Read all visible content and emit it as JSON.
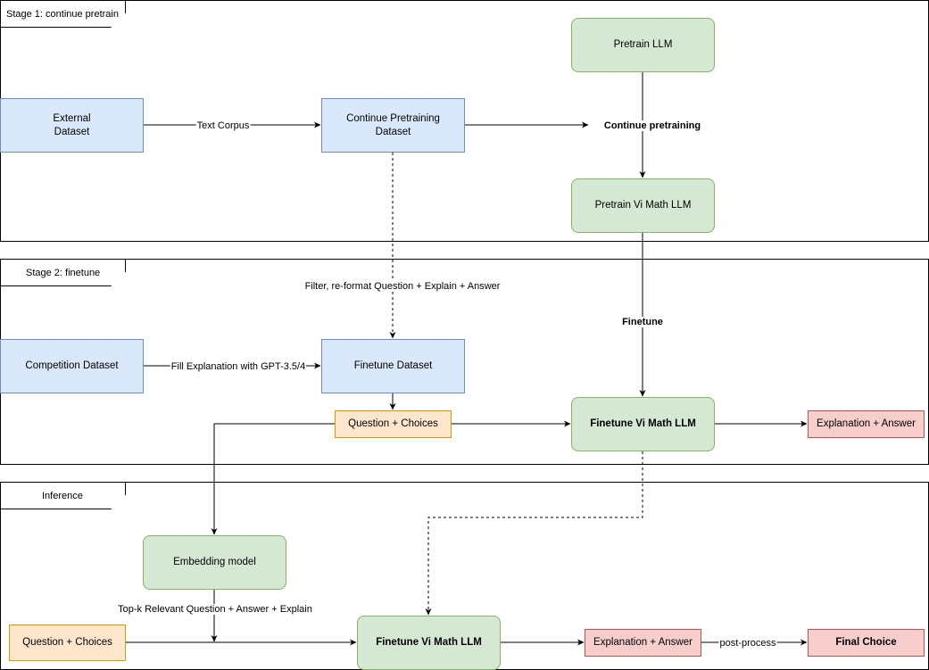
{
  "stages": {
    "stage1": "Stage 1: continue pretrain",
    "stage2": "Stage 2: finetune",
    "stage3": "Inference"
  },
  "nodes": {
    "external_dataset": "External\nDataset",
    "continue_pretraining_dataset": "Continue Pretraining\nDataset",
    "pretrain_llm": "Pretrain LLM",
    "pretrain_vi_math_llm": "Pretrain Vi Math LLM",
    "competition_dataset": "Competition Dataset",
    "finetune_dataset": "Finetune Dataset",
    "question_choices_1": "Question + Choices",
    "finetune_vi_math_llm_1": "Finetune Vi Math LLM",
    "explanation_answer_1": "Explanation + Answer",
    "embedding_model": "Embedding model",
    "question_choices_2": "Question + Choices",
    "finetune_vi_math_llm_2": "Finetune Vi Math LLM",
    "explanation_answer_2": "Explanation + Answer",
    "final_choice": "Final Choice"
  },
  "edge_labels": {
    "text_corpus": "Text Corpus",
    "continue_pretraining": "Continue pretraining",
    "filter_reformat": "Filter, re-format Question + Explain + Answer",
    "finetune": "Finetune",
    "fill_explanation": "Fill Explanation with GPT-3.5/4",
    "topk": "Top-k Relevant Question + Answer + Explain",
    "post_process": "post-process"
  },
  "colors": {
    "blue_fill": "#dae8fc",
    "blue_stroke": "#6c8ebf",
    "green_fill": "#d5e8d4",
    "green_stroke": "#82b366",
    "orange_fill": "#ffe6cc",
    "orange_stroke": "#d79b00",
    "red_fill": "#f8cecc",
    "red_stroke": "#b85450"
  }
}
